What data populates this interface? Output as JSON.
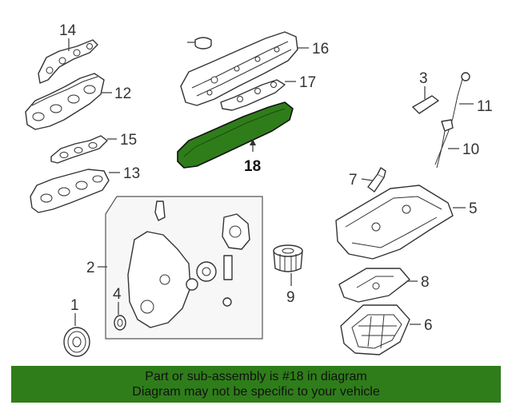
{
  "callouts": {
    "c1": "1",
    "c2": "2",
    "c3": "3",
    "c4": "4",
    "c5": "5",
    "c6": "6",
    "c7": "7",
    "c8": "8",
    "c9": "9",
    "c10": "10",
    "c11": "11",
    "c12": "12",
    "c13": "13",
    "c14": "14",
    "c15": "15",
    "c16": "16",
    "c17": "17",
    "c18": "18"
  },
  "highlight": {
    "part_number": "18",
    "color": "#2f7d1a"
  },
  "banner": {
    "line1": "Part or sub-assembly is #18 in diagram",
    "line2": "Diagram may not be specific to your vehicle",
    "background": "#2f7d1a"
  }
}
